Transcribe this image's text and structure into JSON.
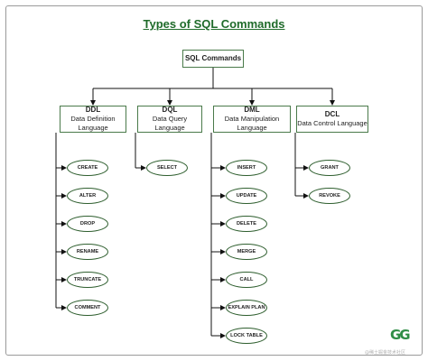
{
  "title": "Types of SQL Commands",
  "root": "SQL Commands",
  "categories": [
    {
      "abbr": "DDL",
      "full": "Data Definition Language",
      "commands": [
        "CREATE",
        "ALTER",
        "DROP",
        "RENAME",
        "TRUNCATE",
        "COMMENT"
      ]
    },
    {
      "abbr": "DQL",
      "full": "Data Query Language",
      "commands": [
        "SELECT"
      ]
    },
    {
      "abbr": "DML",
      "full": "Data Manipulation Language",
      "commands": [
        "INSERT",
        "UPDATE",
        "DELETE",
        "MERGE",
        "CALL",
        "EXPLAIN PLAN",
        "LOCK TABLE"
      ]
    },
    {
      "abbr": "DCL",
      "full": "Data Control Language",
      "commands": [
        "GRANT",
        "REVOKE"
      ]
    }
  ],
  "logo": "GG",
  "watermark": "@稀土掘金技术社区",
  "colors": {
    "title": "#1f6b2a",
    "logo": "#2f8d46",
    "border": "#4a7a4a"
  }
}
